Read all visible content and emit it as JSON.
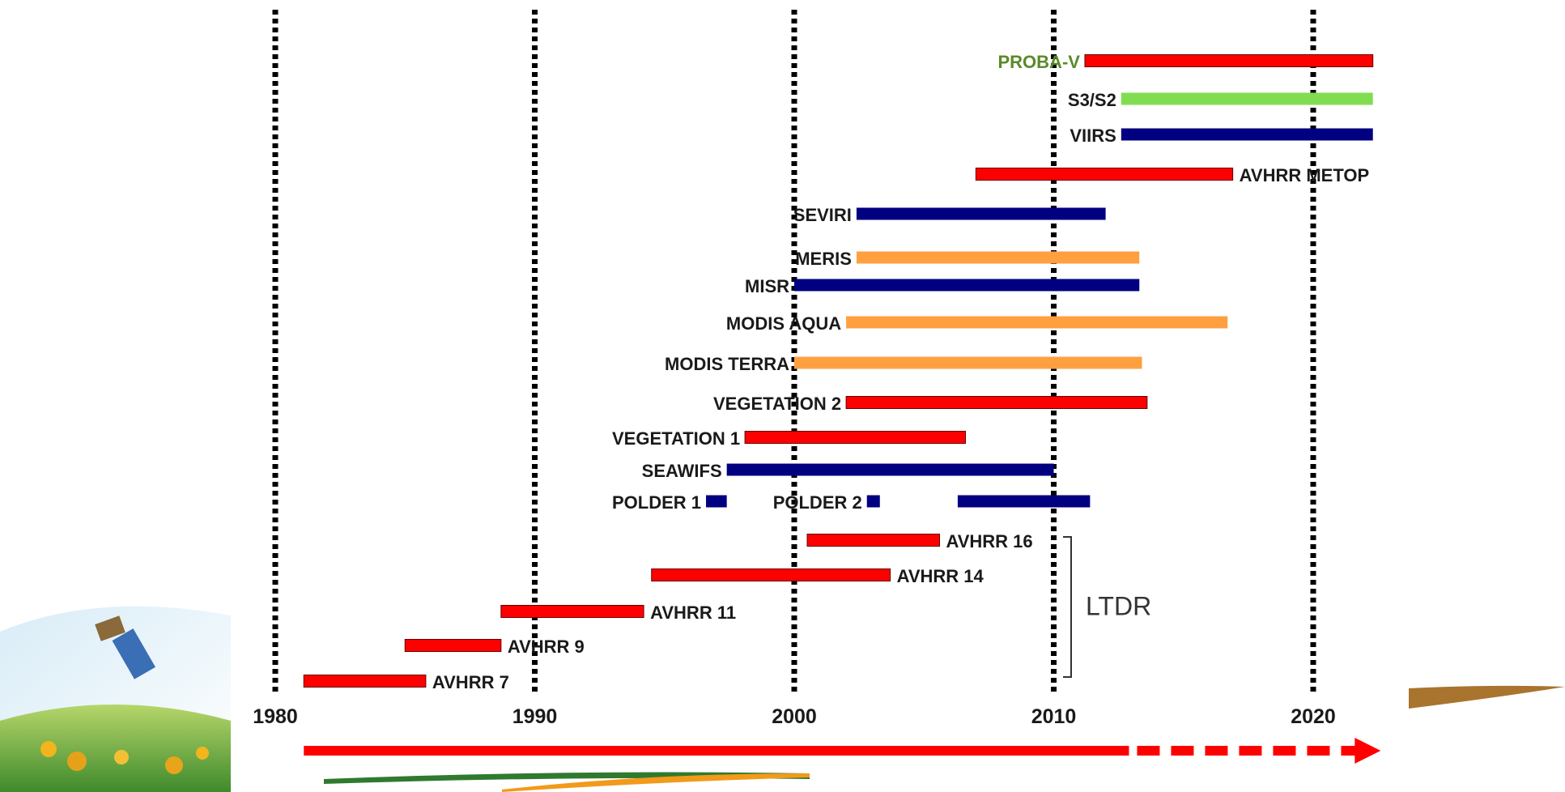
{
  "chart_data": {
    "type": "timeline",
    "title": "",
    "xlabel": "",
    "ylabel": "",
    "xlim": [
      1980,
      2023
    ],
    "x_ticks": [
      1980,
      1990,
      2000,
      2010,
      2020
    ],
    "tick_labels": [
      "1980",
      "1990",
      "2000",
      "2010",
      "2020"
    ],
    "gridlines_dotted_at": [
      1980,
      1990,
      2000,
      2010,
      2020
    ],
    "colors": {
      "red": "#ff0000",
      "blue": "#000080",
      "orange": "#ffa040",
      "green": "#80dd50",
      "proba_label": "#5a8a2a",
      "text": "#1a1a1a"
    },
    "missions": [
      {
        "label": "PROBA-V",
        "start": 2011.2,
        "end": 2022.3,
        "color": "red",
        "label_side": "left",
        "label_color": "proba_label"
      },
      {
        "label": "S3/S2",
        "start": 2012.6,
        "end": 2022.3,
        "color": "green",
        "label_side": "left"
      },
      {
        "label": "VIIRS",
        "start": 2012.6,
        "end": 2022.3,
        "color": "blue",
        "label_side": "left"
      },
      {
        "label": "AVHRR METOP",
        "start": 2007.0,
        "end": 2016.9,
        "color": "red",
        "label_side": "right"
      },
      {
        "label": "SEVIRI",
        "start": 2002.4,
        "end": 2012.0,
        "color": "blue",
        "label_side": "left"
      },
      {
        "label": "MERIS",
        "start": 2002.4,
        "end": 2013.3,
        "color": "orange",
        "label_side": "left"
      },
      {
        "label": "MISR",
        "start": 2000.0,
        "end": 2013.3,
        "color": "blue",
        "label_side": "left"
      },
      {
        "label": "MODIS AQUA",
        "start": 2002.0,
        "end": 2016.7,
        "color": "orange",
        "label_side": "left"
      },
      {
        "label": "MODIS TERRA",
        "start": 2000.0,
        "end": 2013.4,
        "color": "orange",
        "label_side": "left"
      },
      {
        "label": "VEGETATION 2",
        "start": 2002.0,
        "end": 2013.6,
        "color": "red",
        "label_side": "left"
      },
      {
        "label": "VEGETATION 1",
        "start": 1998.1,
        "end": 2006.6,
        "color": "red",
        "label_side": "left"
      },
      {
        "label": "SEAWIFS",
        "start": 1997.4,
        "end": 2010.0,
        "color": "blue",
        "label_side": "left"
      },
      {
        "label": "POLDER 1",
        "start": 1996.6,
        "end": 1997.4,
        "color": "blue",
        "label_side": "left"
      },
      {
        "label": "POLDER 2",
        "start": 2002.8,
        "end": 2003.3,
        "color": "blue",
        "label_side": "left"
      },
      {
        "label": "",
        "start": 2006.3,
        "end": 2011.4,
        "color": "blue",
        "label_side": "none"
      },
      {
        "label": "AVHRR 16",
        "start": 2000.5,
        "end": 2005.6,
        "color": "red",
        "label_side": "right"
      },
      {
        "label": "AVHRR 14",
        "start": 1994.5,
        "end": 2003.7,
        "color": "red",
        "label_side": "right"
      },
      {
        "label": "AVHRR 11",
        "start": 1988.7,
        "end": 1994.2,
        "color": "red",
        "label_side": "right"
      },
      {
        "label": "AVHRR 9",
        "start": 1985.0,
        "end": 1988.7,
        "color": "red",
        "label_side": "right"
      },
      {
        "label": "AVHRR 7",
        "start": 1981.1,
        "end": 1985.8,
        "color": "red",
        "label_side": "right"
      }
    ],
    "bracket": {
      "label": "LTDR",
      "groups": [
        "AVHRR 16",
        "AVHRR 14",
        "AVHRR 11",
        "AVHRR 9",
        "AVHRR 7"
      ]
    },
    "time_arrow": {
      "start": 1981.1,
      "solid_until": 2012.9,
      "end": 2022.6
    }
  }
}
